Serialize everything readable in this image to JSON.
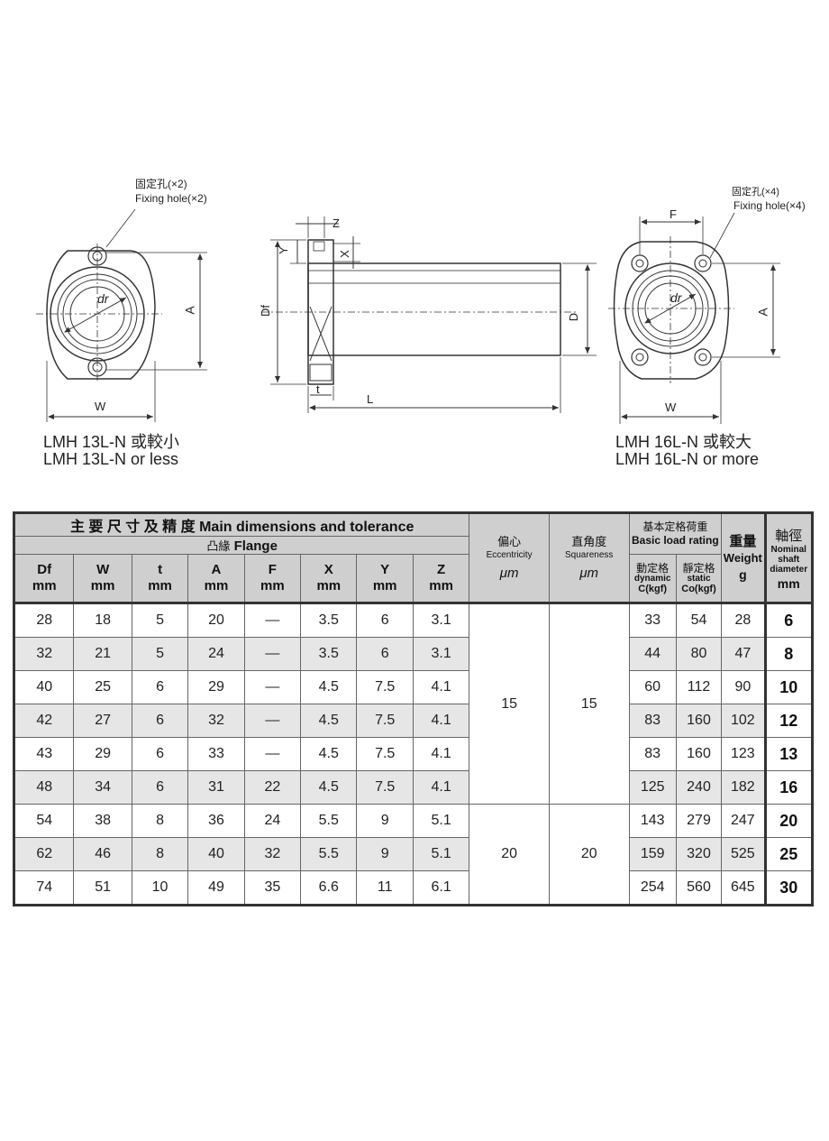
{
  "drawings": {
    "left": {
      "fixing_hole_cn": "固定孔(×2)",
      "fixing_hole_en": "Fixing hole(×2)",
      "label_dr": "dr",
      "label_A": "A",
      "label_W": "W",
      "caption_cn": "LMH 13L-N 或較小",
      "caption_en": "LMH 13L-N or less"
    },
    "middle": {
      "label_Z": "Z",
      "label_Y": "Y",
      "label_X": "X",
      "label_Df": "Df",
      "label_D": "D",
      "label_t": "t",
      "label_L": "L"
    },
    "right": {
      "fixing_hole_cn": "固定孔(×4)",
      "fixing_hole_en": "Fixing hole(×4)",
      "label_F": "F",
      "label_dr": "dr",
      "label_A": "A",
      "label_W": "W",
      "caption_cn": "LMH 16L-N 或較大",
      "caption_en": "LMH 16L-N or more"
    }
  },
  "table": {
    "title_cn": "主 要 尺 寸 及 精 度",
    "title_en": "Main dimensions and tolerance",
    "flange_cn": "凸緣",
    "flange_en": "Flange",
    "columns": [
      {
        "name": "Df",
        "unit": "mm"
      },
      {
        "name": "W",
        "unit": "mm"
      },
      {
        "name": "t",
        "unit": "mm"
      },
      {
        "name": "A",
        "unit": "mm"
      },
      {
        "name": "F",
        "unit": "mm"
      },
      {
        "name": "X",
        "unit": "mm"
      },
      {
        "name": "Y",
        "unit": "mm"
      },
      {
        "name": "Z",
        "unit": "mm"
      }
    ],
    "eccentricity_cn": "偏心",
    "eccentricity_en": "Eccentricity",
    "eccentricity_unit": "μm",
    "squareness_cn": "直角度",
    "squareness_en": "Squareness",
    "squareness_unit": "μm",
    "load_cn": "基本定格荷重",
    "load_en": "Basic load rating",
    "dynamic_cn": "動定格",
    "dynamic_en": "dynamic",
    "dynamic_unit": "C(kgf)",
    "static_cn": "靜定格",
    "static_en": "static",
    "static_unit": "Co(kgf)",
    "weight_cn": "重量",
    "weight_en": "Weight",
    "weight_unit": "g",
    "shaft_cn": "軸徑",
    "shaft_en_1": "Nominal",
    "shaft_en_2": "shaft",
    "shaft_en_3": "diameter",
    "shaft_unit": "mm",
    "group_values": {
      "eccentricity_1": "15",
      "squareness_1": "15",
      "eccentricity_2": "20",
      "squareness_2": "20"
    },
    "rows": [
      {
        "Df": "28",
        "W": "18",
        "t": "5",
        "A": "20",
        "F": "—",
        "X": "3.5",
        "Y": "6",
        "Z": "3.1",
        "C": "33",
        "Co": "54",
        "weight": "28",
        "shaft": "6"
      },
      {
        "Df": "32",
        "W": "21",
        "t": "5",
        "A": "24",
        "F": "—",
        "X": "3.5",
        "Y": "6",
        "Z": "3.1",
        "C": "44",
        "Co": "80",
        "weight": "47",
        "shaft": "8"
      },
      {
        "Df": "40",
        "W": "25",
        "t": "6",
        "A": "29",
        "F": "—",
        "X": "4.5",
        "Y": "7.5",
        "Z": "4.1",
        "C": "60",
        "Co": "112",
        "weight": "90",
        "shaft": "10"
      },
      {
        "Df": "42",
        "W": "27",
        "t": "6",
        "A": "32",
        "F": "—",
        "X": "4.5",
        "Y": "7.5",
        "Z": "4.1",
        "C": "83",
        "Co": "160",
        "weight": "102",
        "shaft": "12"
      },
      {
        "Df": "43",
        "W": "29",
        "t": "6",
        "A": "33",
        "F": "—",
        "X": "4.5",
        "Y": "7.5",
        "Z": "4.1",
        "C": "83",
        "Co": "160",
        "weight": "123",
        "shaft": "13"
      },
      {
        "Df": "48",
        "W": "34",
        "t": "6",
        "A": "31",
        "F": "22",
        "X": "4.5",
        "Y": "7.5",
        "Z": "4.1",
        "C": "125",
        "Co": "240",
        "weight": "182",
        "shaft": "16"
      },
      {
        "Df": "54",
        "W": "38",
        "t": "8",
        "A": "36",
        "F": "24",
        "X": "5.5",
        "Y": "9",
        "Z": "5.1",
        "C": "143",
        "Co": "279",
        "weight": "247",
        "shaft": "20"
      },
      {
        "Df": "62",
        "W": "46",
        "t": "8",
        "A": "40",
        "F": "32",
        "X": "5.5",
        "Y": "9",
        "Z": "5.1",
        "C": "159",
        "Co": "320",
        "weight": "525",
        "shaft": "25"
      },
      {
        "Df": "74",
        "W": "51",
        "t": "10",
        "A": "49",
        "F": "35",
        "X": "6.6",
        "Y": "11",
        "Z": "6.1",
        "C": "254",
        "Co": "560",
        "weight": "645",
        "shaft": "30"
      }
    ]
  }
}
